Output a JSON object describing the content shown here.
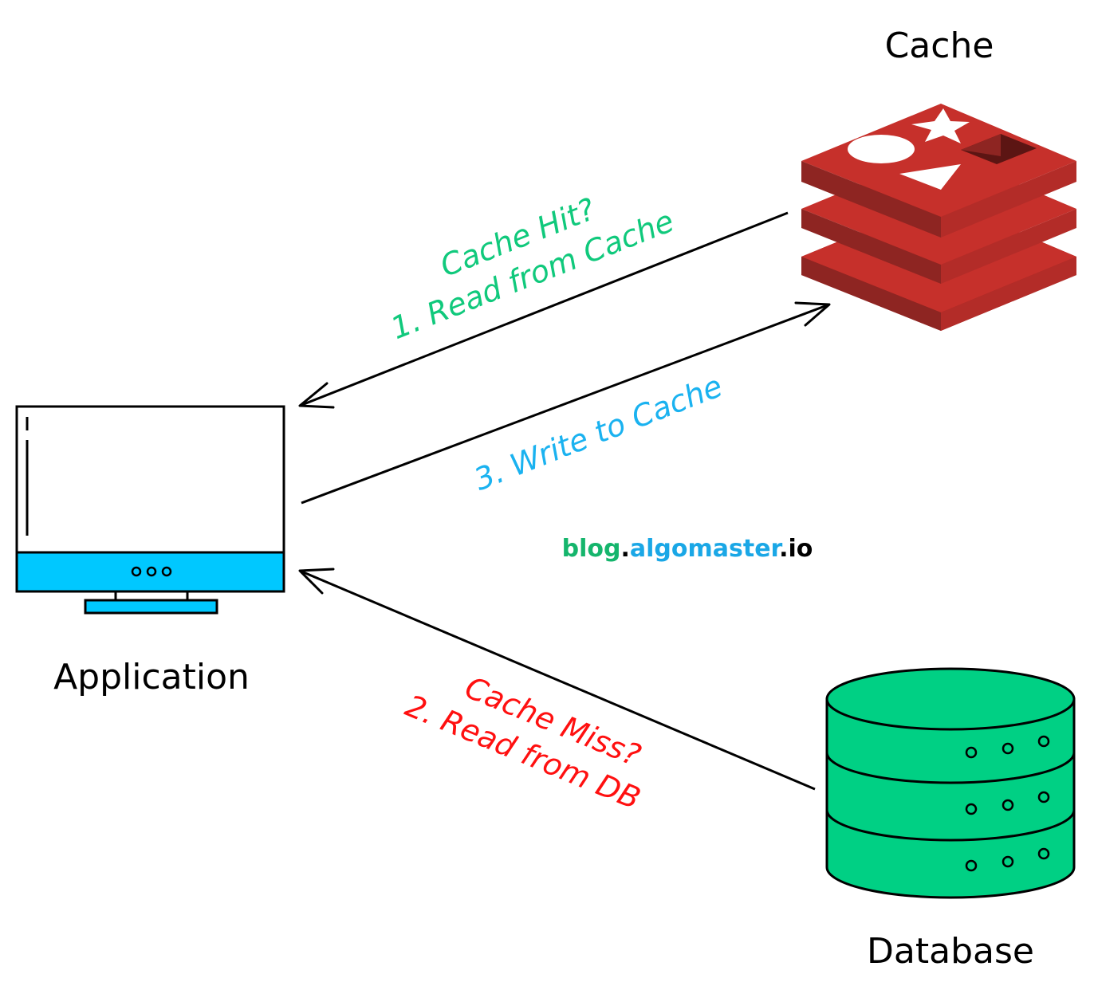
{
  "nodes": {
    "cache": {
      "label": "Cache"
    },
    "application": {
      "label": "Application"
    },
    "database": {
      "label": "Database"
    }
  },
  "edges": {
    "cache_hit": {
      "line1": "Cache Hit?",
      "line2": "1. Read from Cache",
      "color": "#10c97c"
    },
    "write_cache": {
      "line1": "3. Write to Cache",
      "color": "#1ab2f0"
    },
    "cache_miss": {
      "line1": "Cache Miss?",
      "line2": "2. Read from DB",
      "color": "#ff1010"
    }
  },
  "watermark": {
    "part1": "blog",
    "dot1": ".",
    "part2": "algomaster",
    "dot2": ".",
    "part3": "io"
  },
  "colors": {
    "cache_red": "#c6302b",
    "cache_red_dark": "#8e2522",
    "app_screen_accent": "#00c8ff",
    "db_green": "#00d084",
    "brand_green": "#15b56c",
    "brand_blue": "#1aa7e6"
  },
  "icons": {
    "cache": "redis-stack-icon",
    "application": "monitor-icon",
    "database": "database-cylinder-icon"
  }
}
